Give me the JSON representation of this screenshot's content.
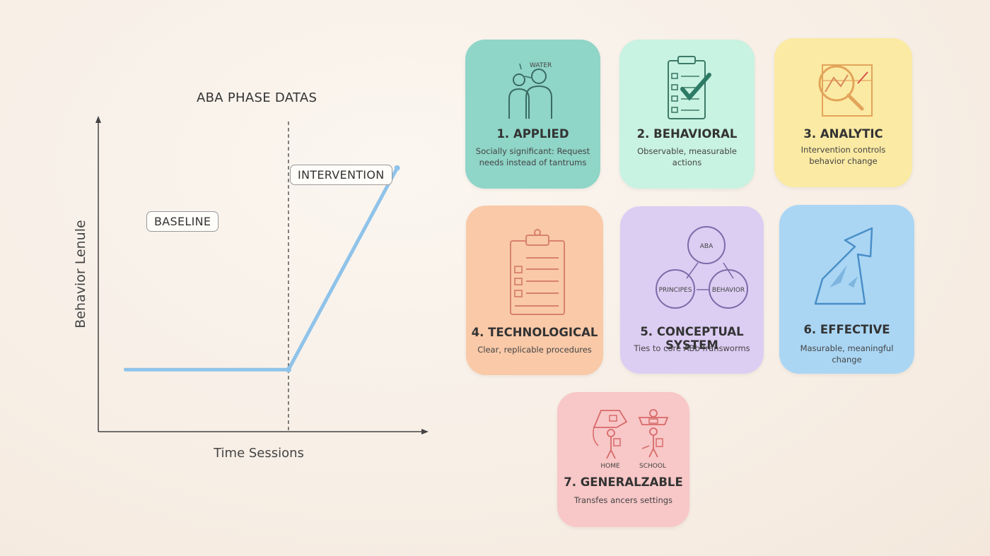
{
  "chart": {
    "title": "ABA PHASE DATAS",
    "ylabel": "Behavior Lenule",
    "xlabel": "Time Sessions",
    "baseline_label": "BASELINE",
    "intervention_label": "INTERVENTION"
  },
  "chart_data": {
    "type": "line",
    "title": "ABA PHASE DATAS",
    "xlabel": "Time Sessions",
    "ylabel": "Behavior Lenule",
    "x": [
      0.5,
      3.5,
      5.5
    ],
    "series": [
      {
        "values": [
          2,
          2,
          8.5
        ]
      }
    ],
    "xlim": [
      0,
      6
    ],
    "ylim": [
      0,
      10
    ],
    "phase_change_x": 3.5,
    "phases": [
      "BASELINE",
      "INTERVENTION"
    ],
    "grid": false,
    "line_color": "#8fc3ea"
  },
  "cards": [
    {
      "title": "1. APPLIED",
      "desc": "Socially significant: Request needs instead of tantrums",
      "icon": "person-request-icon",
      "icon_text": "WATER",
      "color": "#8fd5c8"
    },
    {
      "title": "2. BEHAVIORAL",
      "desc": "Observable, measurable actions",
      "icon": "checklist-icon",
      "color": "#c8f2e2"
    },
    {
      "title": "3. ANALYTIC",
      "desc": "Intervention controls behavior change",
      "icon": "magnifier-chart-icon",
      "color": "#fbeaa3"
    },
    {
      "title": "4. TECHNOLOGICAL",
      "desc": "Clear, replicable procedures",
      "icon": "clipboard-icon",
      "color": "#f9c9a8"
    },
    {
      "title": "5. CONCEPTUAL SYSTEM",
      "desc": "Ties to core ABb fransworms",
      "icon": "concept-network-icon",
      "nodes": [
        "ABA",
        "PRINCIPES",
        "BEHAVIOR"
      ],
      "color": "#dccdf3"
    },
    {
      "title": "6. EFFECTIVE",
      "desc": "Masurable, meaningful change",
      "icon": "upward-arrow-icon",
      "color": "#aad6f4"
    },
    {
      "title": "7. GENERALZABLE",
      "desc": "Transfes ancers settings",
      "icon": "home-school-icon",
      "settings": [
        "HOME",
        "SCHOOL"
      ],
      "color": "#f8c7c7"
    }
  ]
}
